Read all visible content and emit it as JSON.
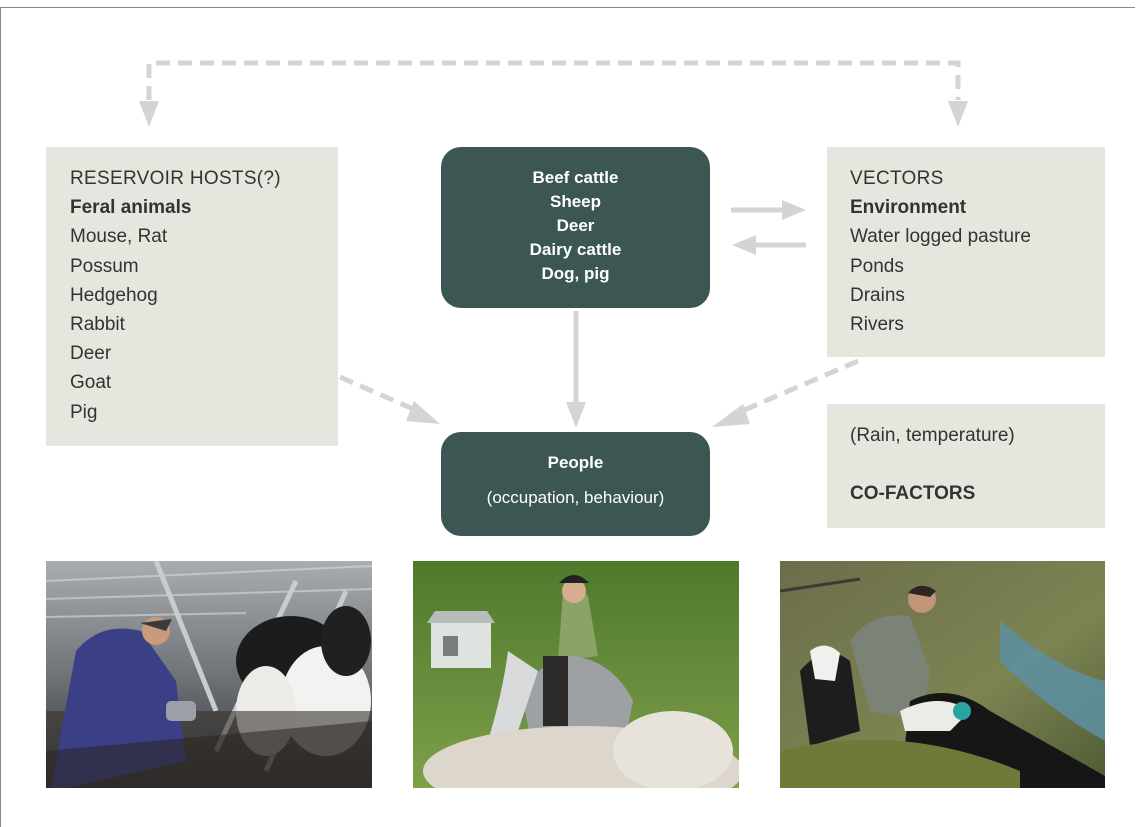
{
  "reservoir": {
    "heading": "RESERVOIR HOSTS(?)",
    "subheading": "Feral animals",
    "items": [
      "Mouse, Rat",
      "Possum",
      "Hedgehog",
      "Rabbit",
      "Deer",
      "Goat",
      "Pig"
    ]
  },
  "livestock": {
    "items": [
      "Beef cattle",
      "Sheep",
      "Deer",
      "Dairy cattle",
      "Dog, pig"
    ]
  },
  "vectors": {
    "heading": "VECTORS",
    "subheading": "Environment",
    "items": [
      "Water logged pasture",
      "Ponds",
      "Drains",
      "Rivers"
    ]
  },
  "people": {
    "title": "People",
    "note": "(occupation, behaviour)"
  },
  "cofactors": {
    "note": "(Rain, temperature)",
    "heading": "CO-FACTORS"
  },
  "photos": [
    {
      "subject": "farmer milking dairy cows in a milking shed"
    },
    {
      "subject": "woman riding a grey horse behind a sheep"
    },
    {
      "subject": "farmer with sheepdog beside a stream"
    }
  ],
  "colors": {
    "dark_box": "#3b5653",
    "light_box": "#e4e7de",
    "arrow": "#d4d4d4"
  }
}
